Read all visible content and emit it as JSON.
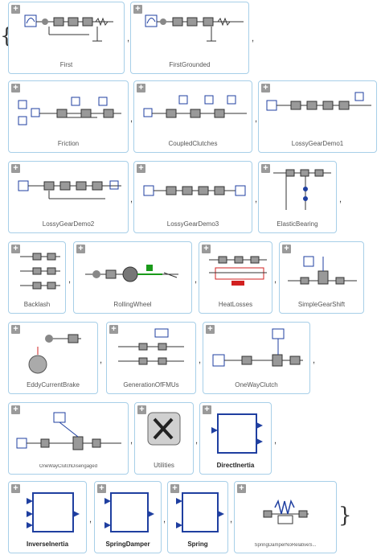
{
  "open_brace": "{",
  "close_brace": "}",
  "separator": ",",
  "cards": {
    "first": {
      "label": "First"
    },
    "first_grounded": {
      "label": "FirstGrounded"
    },
    "friction": {
      "label": "Friction"
    },
    "coupled_clutches": {
      "label": "CoupledClutches"
    },
    "lossy_gear_demo1": {
      "label": "LossyGearDemo1"
    },
    "lossy_gear_demo2": {
      "label": "LossyGearDemo2"
    },
    "lossy_gear_demo3": {
      "label": "LossyGearDemo3"
    },
    "elastic_bearing": {
      "label": "ElasticBearing"
    },
    "backlash": {
      "label": "Backlash"
    },
    "rolling_wheel": {
      "label": "RollingWheel"
    },
    "heat_losses": {
      "label": "HeatLosses"
    },
    "simple_gear_shift": {
      "label": "SimpleGearShift"
    },
    "eddy_current_brake": {
      "label": "EddyCurrentBrake"
    },
    "generation_of_fmus": {
      "label": "GenerationOfFMUs"
    },
    "one_way_clutch": {
      "label": "OneWayClutch"
    },
    "one_way_clutch_disengaged": {
      "label": "OneWayClutchDisengaged"
    },
    "utilities": {
      "label": "Utilities"
    },
    "direct_inertia": {
      "label": "DirectInertia"
    },
    "inverse_inertia": {
      "label": "InverseInertia"
    },
    "spring_damper": {
      "label": "SpringDamper"
    },
    "spring": {
      "label": "Spring"
    },
    "spring_damper_no_relative_states": {
      "label": "SpringDamperNoRelativeS..."
    }
  },
  "expand_icon": "plus-icon",
  "colors": {
    "border": "#a7cfe8",
    "accent": "#1f3fa0",
    "heat": "#d22020",
    "green": "#1a9a1a"
  }
}
